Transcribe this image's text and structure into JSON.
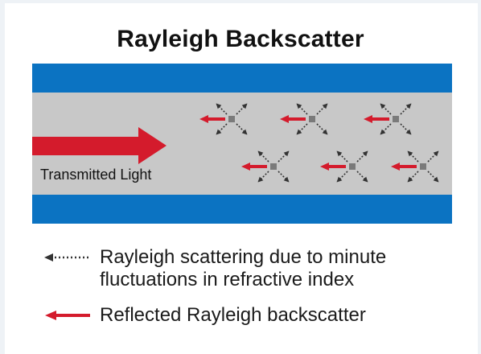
{
  "title": "Rayleigh Backscatter",
  "fiber": {
    "label": "Transmitted Light",
    "colors": {
      "cladding": "#0b73c2",
      "core": "#c8c8c8",
      "arrow": "#d41b2c",
      "scatter": "#333333"
    }
  },
  "legend": {
    "items": [
      {
        "icon": "dotted-arrow-icon",
        "lines": [
          "Rayleigh scattering due to minute",
          "fluctuations in refractive index"
        ]
      },
      {
        "icon": "red-arrow-icon",
        "lines": [
          "Reflected Rayleigh backscatter"
        ]
      }
    ]
  }
}
